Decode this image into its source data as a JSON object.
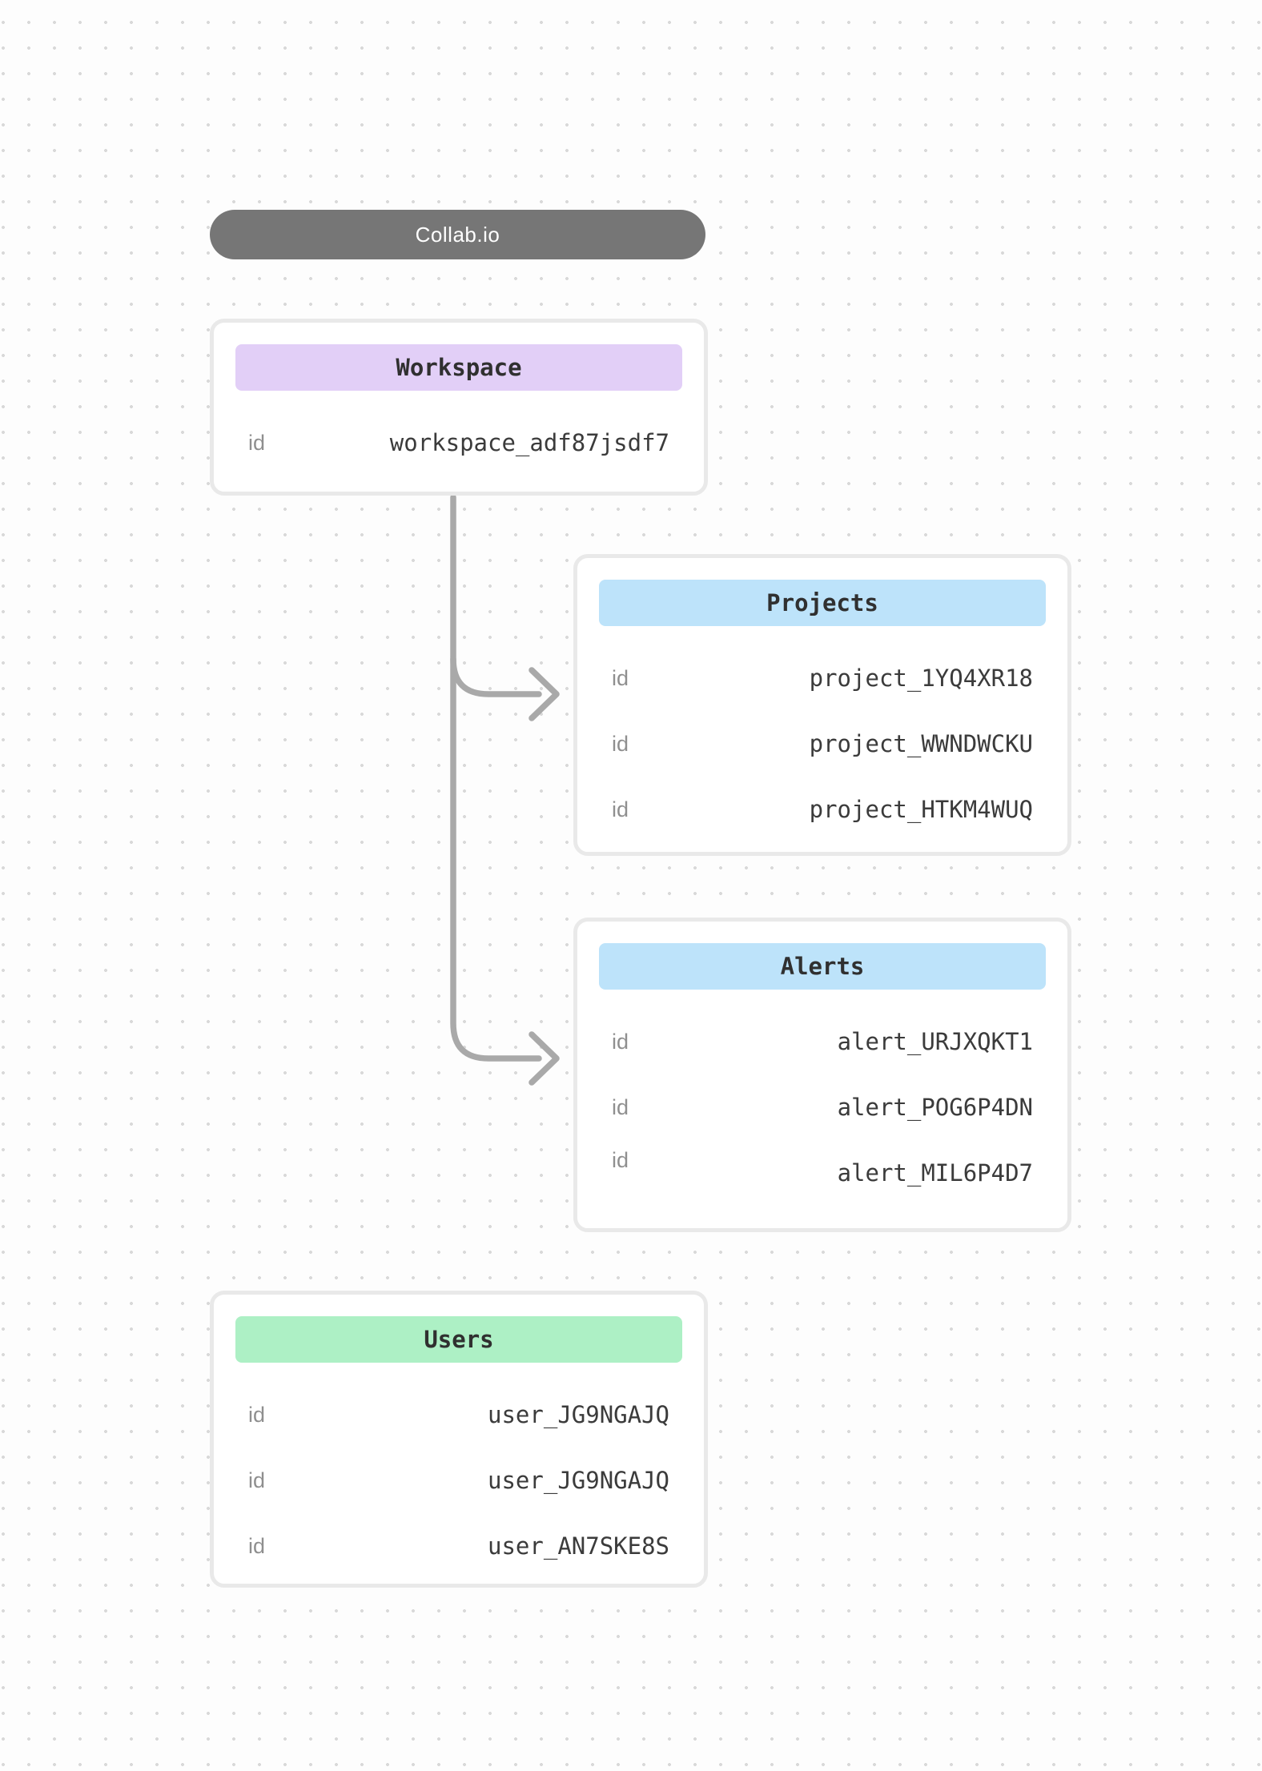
{
  "app": {
    "title": "Collab.io"
  },
  "colors": {
    "pill_bg": "#767676",
    "card_border": "#e9e9e9",
    "connector": "#a9a9a9",
    "label_text": "#8f8f8f",
    "value_text": "#3b3b3b",
    "purple_header": "#e2cff7",
    "blue_header": "#bde3fa",
    "green_header": "#adf0c5"
  },
  "entities": [
    {
      "name": "Workspace",
      "header_color": "#e2cff7",
      "rows": [
        {
          "label": "id",
          "value": "workspace_adf87jsdf7"
        }
      ]
    },
    {
      "name": "Projects",
      "header_color": "#bde3fa",
      "rows": [
        {
          "label": "id",
          "value": "project_1YQ4XR18"
        },
        {
          "label": "id",
          "value": "project_WWNDWCKU"
        },
        {
          "label": "id",
          "value": "project_HTKM4WUQ"
        }
      ]
    },
    {
      "name": "Alerts",
      "header_color": "#bde3fa",
      "rows": [
        {
          "label": "id",
          "value": "alert_URJXQKT1"
        },
        {
          "label": "id",
          "value": "alert_POG6P4DN"
        },
        {
          "label": "id",
          "value": "alert_MIL6P4D7"
        }
      ]
    },
    {
      "name": "Users",
      "header_color": "#adf0c5",
      "rows": [
        {
          "label": "id",
          "value": "user_JG9NGAJQ"
        },
        {
          "label": "id",
          "value": "user_JG9NGAJQ"
        },
        {
          "label": "id",
          "value": "user_AN7SKE8S"
        }
      ]
    }
  ],
  "connections": [
    {
      "from": "Workspace",
      "to": "Projects"
    },
    {
      "from": "Workspace",
      "to": "Alerts"
    }
  ]
}
